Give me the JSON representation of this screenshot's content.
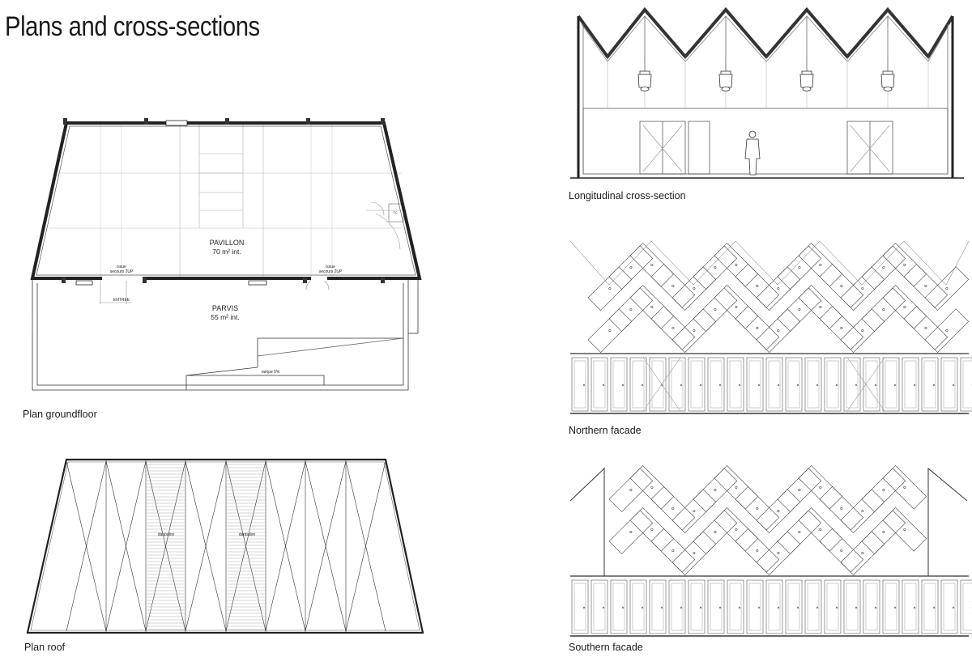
{
  "title": "Plans and cross-sections",
  "captions": {
    "plan_groundfloor": "Plan groundfloor",
    "plan_roof": "Plan roof",
    "longitudinal": "Longitudinal cross-section",
    "northern": "Northern facade",
    "southern": "Southern facade"
  },
  "plan_labels": {
    "pavillon": "PAVILLON",
    "pavillon_area": "70 m² int.",
    "parvis": "PARVIS",
    "parvis_area": "55 m² int.",
    "issue_left_1": "issue",
    "issue_left_2": "secours 2UP",
    "issue_right_1": "issue",
    "issue_right_2": "secours 2UP",
    "entree": "ENTREE",
    "rampe": "rampe 5%",
    "tc": "TC"
  },
  "roof_labels": {
    "danpalon_1": "danpalon",
    "danpalon_2": "danpalon"
  }
}
